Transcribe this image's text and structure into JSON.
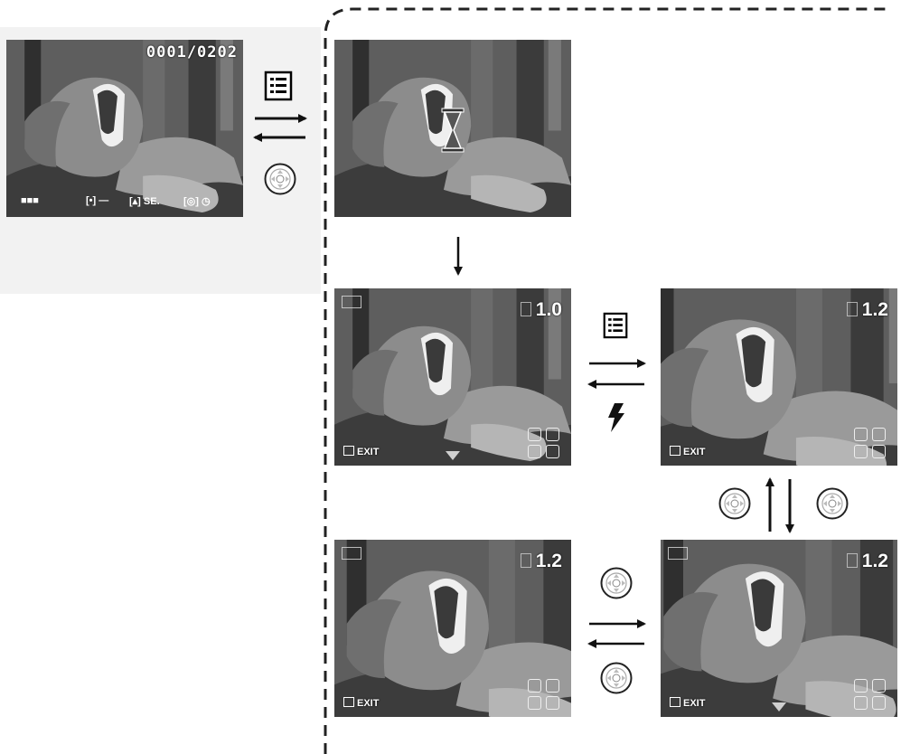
{
  "playback": {
    "counter": "0001/0202"
  },
  "zoom_1_0": {
    "level": "1.0",
    "exit": "EXIT"
  },
  "zoom_1_2a": {
    "level": "1.2",
    "exit": "EXIT"
  },
  "zoom_1_2b": {
    "level": "1.2",
    "exit": "EXIT"
  },
  "zoom_1_2c": {
    "level": "1.2",
    "exit": "EXIT"
  },
  "icons": {
    "menu": "menu-icon",
    "dpad": "dpad-icon",
    "flash": "flash-icon",
    "hourglass": "hourglass-icon"
  }
}
